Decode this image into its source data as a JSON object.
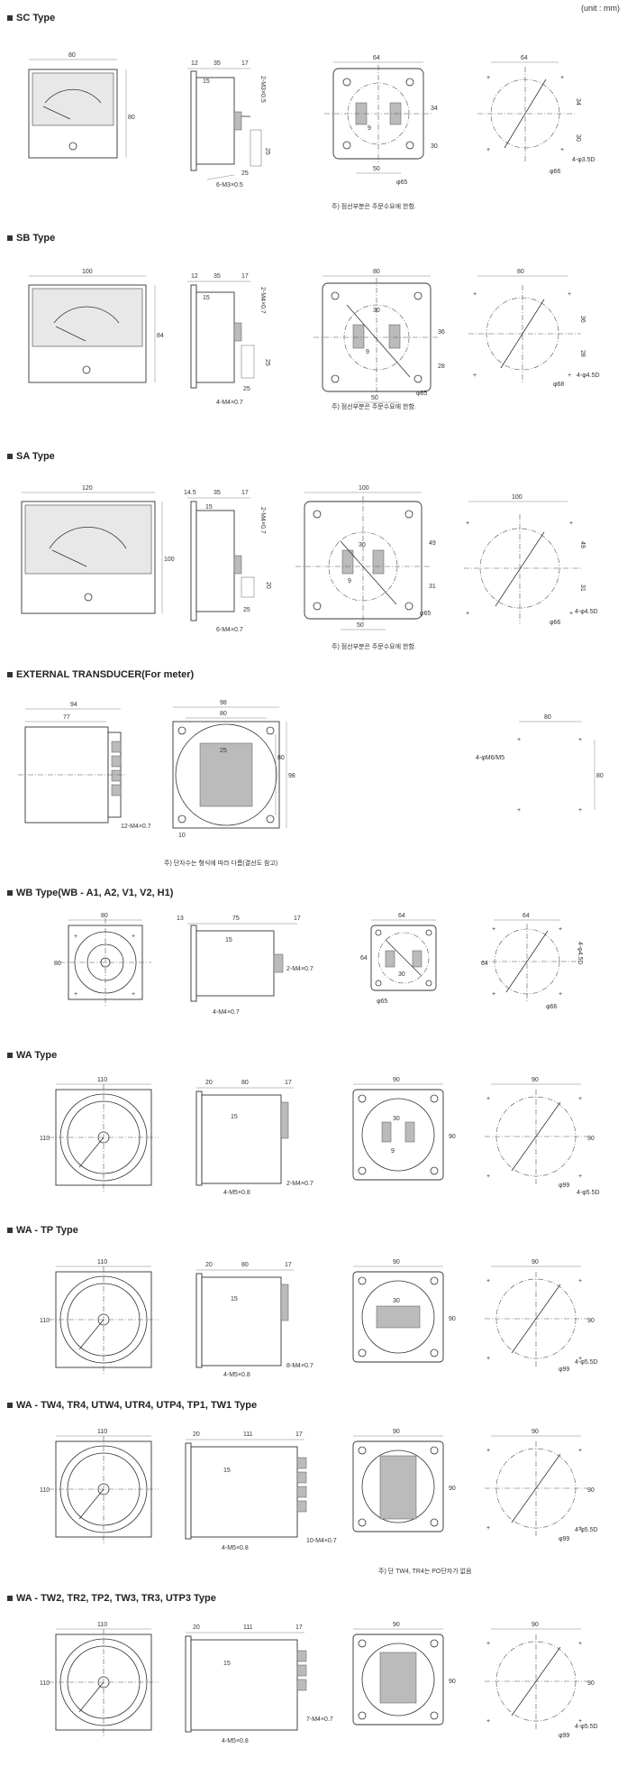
{
  "unit_label": "(unit : mm)",
  "sections": [
    {
      "title": "SC Type",
      "dims": {
        "front_w": "80",
        "front_h": "80",
        "side_a": "12",
        "side_b": "35",
        "side_c": "17",
        "side_d": "15",
        "side_stud": "2-M3×0.5",
        "side_e": "25",
        "side_f": "25",
        "side_screw": "6-M3×0.5",
        "panel_w": "64",
        "panel_c1": "34",
        "panel_c2": "30",
        "panel_c3": "9",
        "panel_b": "50",
        "panel_hole": "φ65",
        "cut_w": "64",
        "cut_h1": "34",
        "cut_h2": "30",
        "cut_hole": "φ66",
        "cut_screw": "4-φ3.5D"
      },
      "note": "주) 점선부분은 주문수요에 한함."
    },
    {
      "title": "SB Type",
      "dims": {
        "front_w": "100",
        "front_h": "84",
        "side_a": "12",
        "side_b": "35",
        "side_c": "17",
        "side_d": "15",
        "side_stud": "2-M4×0.7",
        "side_e": "25",
        "side_f": "25",
        "side_screw": "4-M4×0.7",
        "panel_w": "80",
        "panel_c1": "36",
        "panel_c2": "28",
        "panel_c3": "9",
        "panel_c4": "30",
        "panel_b": "50",
        "panel_hole": "φ65",
        "cut_w": "80",
        "cut_h1": "36",
        "cut_h2": "28",
        "cut_hole": "φ68",
        "cut_screw": "4-φ4.5D"
      },
      "note": "주) 점선부분은 주문수요에 한함."
    },
    {
      "title": "SA Type",
      "dims": {
        "front_w": "120",
        "front_h": "100",
        "side_a": "14.5",
        "side_b": "35",
        "side_c": "17",
        "side_d": "15",
        "side_stud": "2-M4×0.7",
        "side_e": "20",
        "side_f": "25",
        "side_screw": "6-M4×0.7",
        "panel_w": "100",
        "panel_c1": "49",
        "panel_c2": "31",
        "panel_c3": "9",
        "panel_c4": "30",
        "panel_b": "50",
        "panel_hole": "φ65",
        "cut_w": "100",
        "cut_h1": "49",
        "cut_h2": "31",
        "cut_hole": "φ66",
        "cut_screw": "4-φ4.5D"
      },
      "note": "주) 점선부분은 주문수요에 한함."
    },
    {
      "title": "EXTERNAL TRANSDUCER(For meter)",
      "dims": {
        "side_w": "94",
        "side_w2": "77",
        "side_screw": "12-M4×0.7",
        "front_w": "98",
        "front_w2": "80",
        "front_h": "98",
        "front_h2": "80",
        "front_c": "25",
        "front_d": "10",
        "mount_w": "80",
        "mount_h": "80",
        "mount_screw": "4-φM6/M5"
      },
      "note": "주) 단자수는 형식에 따라 다름(결선도 참고)"
    },
    {
      "title": "WB Type(WB - A1, A2, V1, V2, H1)",
      "dims": {
        "front_w": "80",
        "front_h": "80",
        "side_a": "13",
        "side_b": "75",
        "side_c": "17",
        "side_d": "15",
        "side_stud": "2-M4×0.7",
        "side_screw": "4-M4×0.7",
        "panel_w": "64",
        "panel_h": "64",
        "panel_c": "30",
        "panel_hole": "φ65",
        "cut_w": "64",
        "cut_h": "64",
        "cut_hole": "φ66",
        "cut_screw": "4-φ4.5D"
      },
      "note": ""
    },
    {
      "title": "WA Type",
      "dims": {
        "front_w": "110",
        "front_h": "110",
        "side_a": "20",
        "side_b": "80",
        "side_c": "17",
        "side_d": "15",
        "side_stud": "2-M4×0.7",
        "side_screw": "4-M5×0.8",
        "panel_w": "90",
        "panel_h": "90",
        "panel_c": "30",
        "panel_c2": "9",
        "cut_w": "90",
        "cut_h": "90",
        "cut_hole": "φ99",
        "cut_screw": "4-φ5.5D"
      },
      "note": ""
    },
    {
      "title": "WA - TP Type",
      "dims": {
        "front_w": "110",
        "front_h": "110",
        "side_a": "20",
        "side_b": "80",
        "side_c": "17",
        "side_d": "15",
        "side_stud": "8-M4×0.7",
        "side_screw": "4-M5×0.8",
        "panel_w": "90",
        "panel_h": "90",
        "panel_c": "30",
        "cut_w": "90",
        "cut_h": "90",
        "cut_hole": "φ99",
        "cut_screw": "4-φ5.5D"
      },
      "note": ""
    },
    {
      "title": "WA - TW4, TR4, UTW4, UTR4, UTP4, TP1, TW1 Type",
      "dims": {
        "front_w": "110",
        "front_h": "110",
        "side_a": "20",
        "side_b": "111",
        "side_c": "17",
        "side_d": "15",
        "side_stud": "10-M4×0.7",
        "side_screw": "4-M5×0.8",
        "panel_w": "90",
        "panel_h": "90",
        "cut_w": "90",
        "cut_h": "90",
        "cut_hole": "φ99",
        "cut_screw": "4-φ5.5D"
      },
      "note": "주) 단 TW4, TR4는 PO단자가 없음"
    },
    {
      "title": "WA - TW2, TR2, TP2, TW3, TR3, UTP3 Type",
      "dims": {
        "front_w": "110",
        "front_h": "110",
        "side_a": "20",
        "side_b": "111",
        "side_c": "17",
        "side_d": "15",
        "side_stud": "7-M4×0.7",
        "side_screw": "4-M5×0.8",
        "panel_w": "90",
        "panel_h": "90",
        "cut_w": "90",
        "cut_h": "90",
        "cut_hole": "φ99",
        "cut_screw": "4-φ5.5D"
      },
      "note": ""
    }
  ]
}
